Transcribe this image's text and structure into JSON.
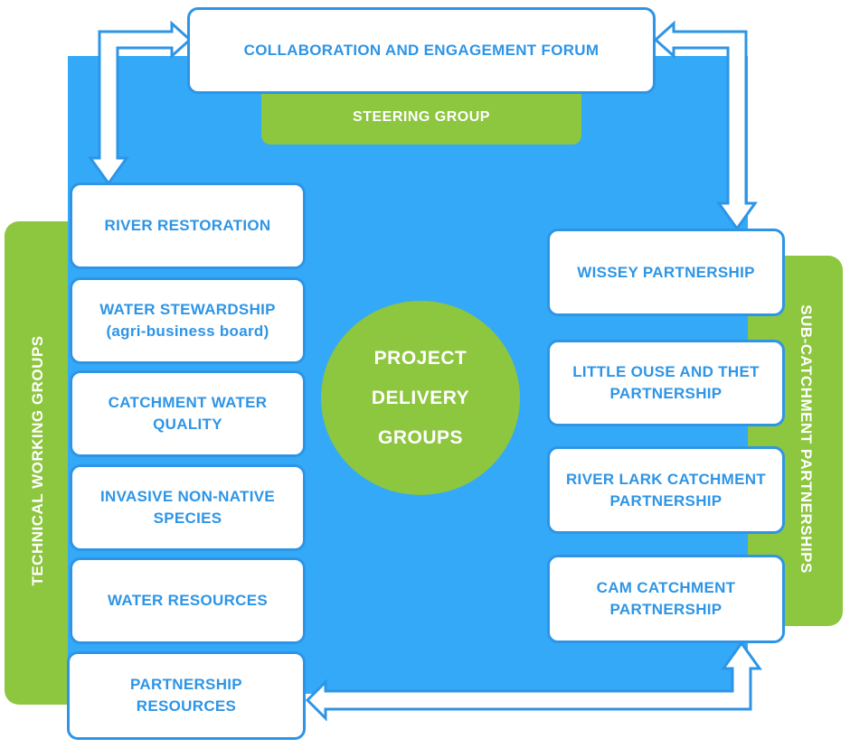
{
  "colors": {
    "blue": "#2e95e6",
    "field": "#33a9f7",
    "green": "#8dc63f",
    "white": "#ffffff"
  },
  "top": {
    "forum": "COLLABORATION AND ENGAGEMENT FORUM",
    "steering": "STEERING GROUP"
  },
  "center": {
    "lines": [
      "PROJECT",
      "DELIVERY",
      "GROUPS"
    ]
  },
  "left": {
    "label": "TECHNICAL WORKING GROUPS",
    "items": [
      {
        "lines": [
          "RIVER RESTORATION"
        ]
      },
      {
        "lines": [
          "WATER STEWARDSHIP",
          "(agri-business board)"
        ]
      },
      {
        "lines": [
          "CATCHMENT WATER",
          "QUALITY"
        ]
      },
      {
        "lines": [
          "INVASIVE NON-NATIVE",
          "SPECIES"
        ]
      },
      {
        "lines": [
          "WATER RESOURCES"
        ]
      },
      {
        "lines": [
          "PARTNERSHIP",
          "RESOURCES"
        ]
      }
    ]
  },
  "right": {
    "label": "SUB-CATCHMENT PARTNERSHIPS",
    "items": [
      {
        "lines": [
          "WISSEY PARTNERSHIP"
        ]
      },
      {
        "lines": [
          "LITTLE OUSE AND THET",
          "PARTNERSHIP"
        ]
      },
      {
        "lines": [
          "RIVER LARK CATCHMENT",
          "PARTNERSHIP"
        ]
      },
      {
        "lines": [
          "CAM CATCHMENT",
          "PARTNERSHIP"
        ]
      }
    ]
  }
}
